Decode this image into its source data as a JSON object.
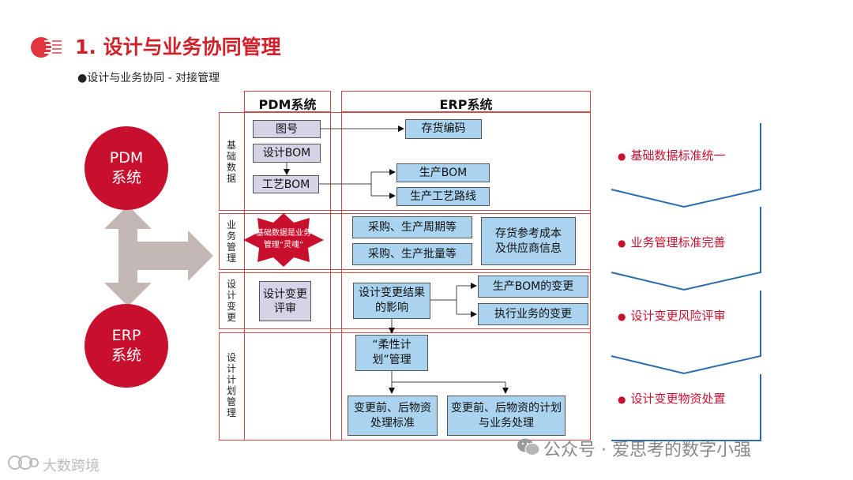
{
  "header": {
    "title": "1. 设计与业务协同管理",
    "subtitle": "●设计与业务协同 - 对接管理"
  },
  "left": {
    "pdm_circle": [
      "PDM",
      "系统"
    ],
    "erp_circle": [
      "ERP",
      "系统"
    ]
  },
  "columns": {
    "pdm": "PDM系统",
    "erp": "ERP系统"
  },
  "rows": {
    "basic": "基础数据",
    "business": "业务管理",
    "design_change": "设计变更",
    "design_plan": "设计计划管理"
  },
  "pdm_boxes": {
    "drawing_no": "图号",
    "design_bom": "设计BOM",
    "process_bom": "工艺BOM",
    "change_review": "设计变更评审"
  },
  "star": {
    "text": "基础数据是业务管理“灵魂”"
  },
  "erp_boxes": {
    "inventory_code": "存货编码",
    "production_bom": "生产BOM",
    "production_routing": "生产工艺路线",
    "purchase_cycle": "采购、生产周期等",
    "purchase_batch": "采购、生产批量等",
    "cost_supplier": "存货参考成本及供应商信息",
    "change_impact": "设计变更结果的影响",
    "production_bom_change": "生产BOM的变更",
    "business_change": "执行业务的变更",
    "flexible_plan": "“柔性计划”管理",
    "material_standard": "变更前、后物资处理标准",
    "plan_business": "变更前、后物资的计划与业务处理"
  },
  "right_labels": [
    "基础数据标准统一",
    "业务管理标准完善",
    "设计变更风险评审",
    "设计变更物资处置"
  ],
  "footer": {
    "wechat": "公众号 · 爱思考的数字小强",
    "watermark": "大数跨境"
  },
  "colors": {
    "brand_red": "#c8102e",
    "pdm_box": "#d8d2e6",
    "erp_box": "#a9d3ee",
    "chevron_blue": "#2b6cb0",
    "arrow_gray": "#c4b8b6"
  }
}
